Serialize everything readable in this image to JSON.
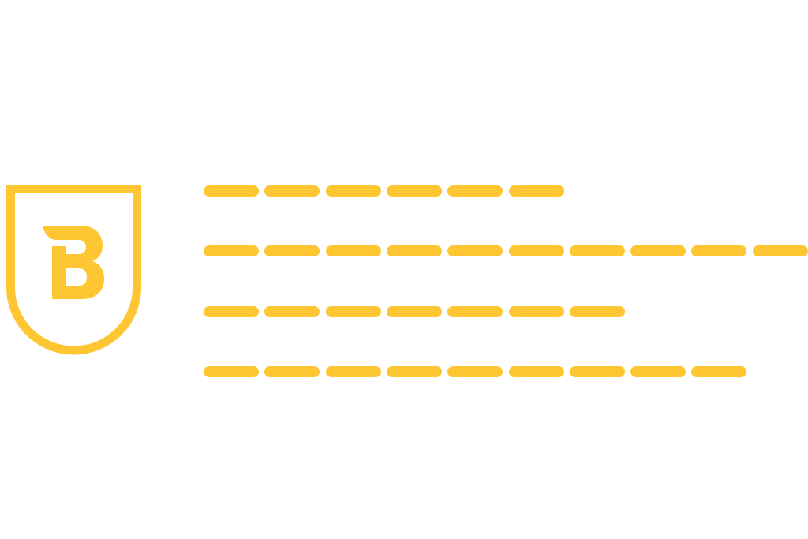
{
  "logo": {
    "lettering": "B",
    "color": "#FFC633"
  },
  "placeholder_lines": {
    "color": "#FFC633",
    "dash_counts": [
      6,
      10,
      7,
      9
    ]
  }
}
